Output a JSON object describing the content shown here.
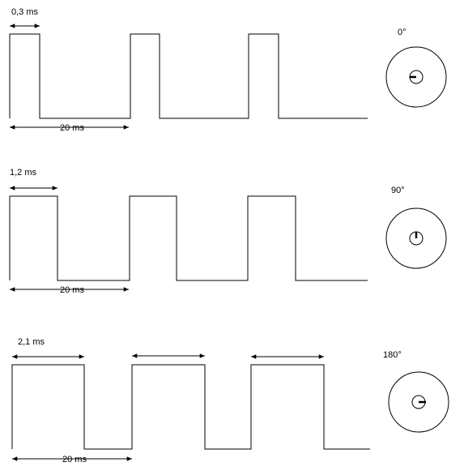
{
  "rows": [
    {
      "pulse_label": "0,3 ms",
      "period_label": "20 ms",
      "angle_label": "0°",
      "pulse_ms": 0.3,
      "angle_deg": 0
    },
    {
      "pulse_label": "1,2 ms",
      "period_label": "20 ms",
      "angle_label": "90°",
      "pulse_ms": 1.2,
      "angle_deg": 90
    },
    {
      "pulse_label": "2,1 ms",
      "period_label": "20 ms",
      "angle_label": "180°",
      "pulse_ms": 2.1,
      "angle_deg": 180
    }
  ],
  "colors": {
    "line": "#000000",
    "background": "#ffffff"
  }
}
